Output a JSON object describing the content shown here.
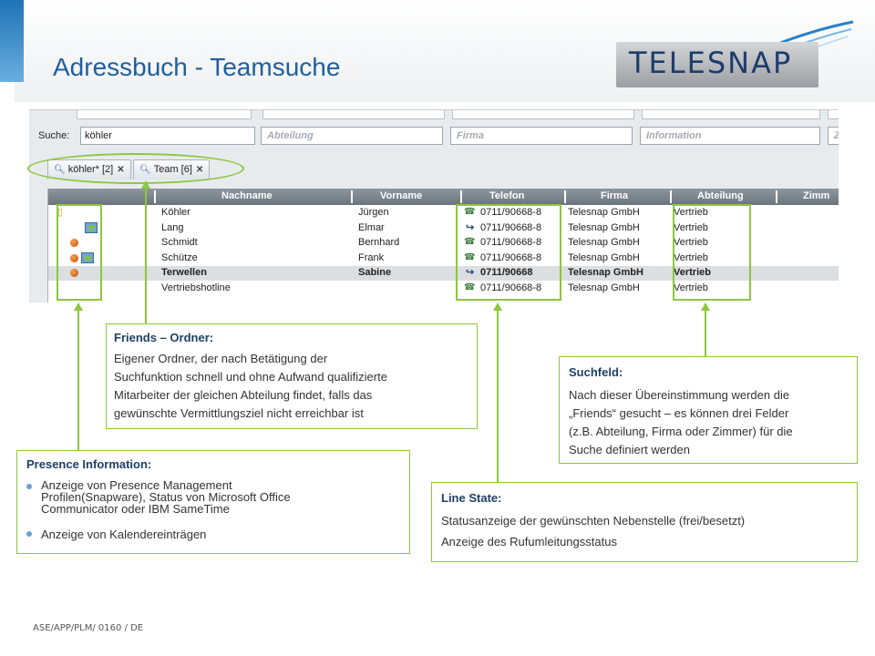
{
  "slide": {
    "title": "Adressbuch - Teamsuche",
    "logo_text": "TELESNAP",
    "footer": "ASE/APP/PLM/ 0160 / DE",
    "accent_color": "#8dc63f",
    "title_color": "#1f5f9e"
  },
  "app": {
    "search_label": "Suche:",
    "search_value": "köhler",
    "filters": [
      {
        "placeholder": "Abteilung"
      },
      {
        "placeholder": "Firma"
      },
      {
        "placeholder": "Information"
      },
      {
        "placeholder": "Zi"
      }
    ],
    "tabs": [
      {
        "label": "köhler* [2]",
        "icon": "search-icon"
      },
      {
        "label": "Team [6]",
        "icon": "search-icon"
      }
    ],
    "columns": [
      "Nachname",
      "Vorname",
      "Telefon",
      "Firma",
      "Abteilung",
      "Zimm"
    ],
    "rows": [
      {
        "presence": "folder",
        "nachname": "Köhler",
        "vorname": "Jürgen",
        "line": "phone",
        "telefon": "0711/90668-8",
        "firma": "Telesnap GmbH",
        "abteilung": "Vertrieb",
        "selected": false
      },
      {
        "presence": "calendar",
        "nachname": "Lang",
        "vorname": "Elmar",
        "line": "divert",
        "telefon": "0711/90668-8",
        "firma": "Telesnap GmbH",
        "abteilung": "Vertrieb",
        "selected": false
      },
      {
        "presence": "status",
        "nachname": "Schmidt",
        "vorname": "Bernhard",
        "line": "phone",
        "telefon": "0711/90668-8",
        "firma": "Telesnap GmbH",
        "abteilung": "Vertrieb",
        "selected": false
      },
      {
        "presence": "status-calendar",
        "nachname": "Schütze",
        "vorname": "Frank",
        "line": "phone",
        "telefon": "0711/90668-8",
        "firma": "Telesnap GmbH",
        "abteilung": "Vertrieb",
        "selected": false
      },
      {
        "presence": "status",
        "nachname": "Terwellen",
        "vorname": "Sabine",
        "line": "divert",
        "telefon": "0711/90668",
        "firma": "Telesnap GmbH",
        "abteilung": "Vertrieb",
        "selected": true
      },
      {
        "presence": "none",
        "nachname": "Vertriebshotline",
        "vorname": "",
        "line": "phone",
        "telefon": "0711/90668-8",
        "firma": "Telesnap GmbH",
        "abteilung": "Vertrieb",
        "selected": false
      }
    ]
  },
  "callouts": {
    "friends": {
      "title": "Friends – Ordner:",
      "lines": [
        "Eigener Ordner, der nach Betätigung der",
        "Suchfunktion schnell und ohne Aufwand qualifizierte",
        "Mitarbeiter der gleichen Abteilung findet, falls das",
        "gewünschte Vermittlungsziel nicht erreichbar ist"
      ]
    },
    "suchfeld": {
      "title": "Suchfeld:",
      "lines": [
        "Nach dieser Übereinstimmung werden die",
        "„Friends“ gesucht – es können drei Felder",
        "(z.B. Abteilung, Firma oder Zimmer) für die",
        "Suche definiert werden"
      ]
    },
    "presence": {
      "title": "Presence Information:",
      "bullets": [
        [
          "Anzeige von Presence Management",
          "Profilen(Snapware), Status von Microsoft Office",
          "Communicator oder IBM SameTime"
        ],
        [
          "Anzeige von Kalendereinträgen"
        ]
      ]
    },
    "linestate": {
      "title": "Line State:",
      "lines": [
        "Statusanzeige der gewünschten Nebenstelle (frei/besetzt)",
        "Anzeige des Rufumleitungsstatus"
      ]
    }
  }
}
